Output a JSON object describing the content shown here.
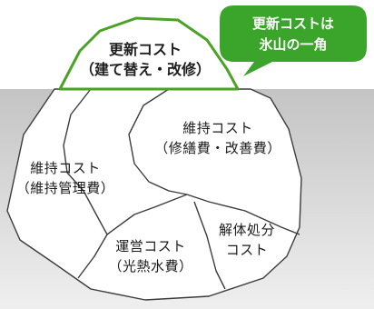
{
  "callout": {
    "line1": "更新コストは",
    "line2": "氷山の一角"
  },
  "blocks": {
    "renewal": {
      "title": "更新コスト",
      "sub": "（建て替え・改修）"
    },
    "maintenance": {
      "title": "維持コスト",
      "sub": "（修繕費・改善費）"
    },
    "upkeep": {
      "title": "維持コスト",
      "sub": "（維持管理費）"
    },
    "operation": {
      "title": "運営コスト",
      "sub": "（光熱水費）"
    },
    "disposal": {
      "title": "解体処分",
      "sub": "コスト"
    }
  },
  "colors": {
    "tip_outline": "#4aa326",
    "callout_fill": "#3aa52a",
    "water_top": "#c7c7c7",
    "water_bottom": "#ededed",
    "line": "#3c3c3c"
  }
}
